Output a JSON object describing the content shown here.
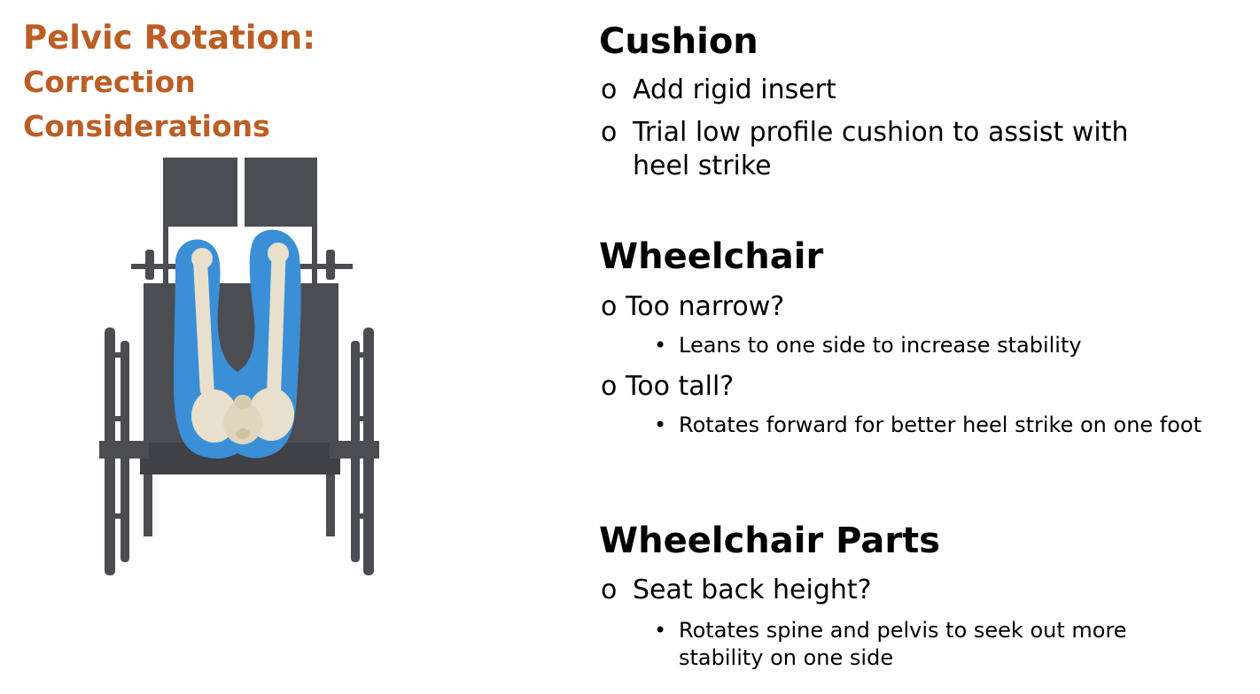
{
  "slide": {
    "title": "Pelvic Rotation:",
    "subtitle_line1": "Correction",
    "subtitle_line2": "Considerations",
    "accent_color": "#bb5e26"
  },
  "illustration": {
    "description_icon": "wheelchair-with-pelvis-bones-icon",
    "frame_color": "#4b4d52",
    "highlight_color": "#3a8fd6",
    "bone_color": "#e8e0cc"
  },
  "sections": [
    {
      "heading": "Cushion",
      "items": [
        {
          "marker": "o",
          "text": "Add rigid insert",
          "subitems": []
        },
        {
          "marker": "o",
          "text": "Trial low profile cushion to assist with heel strike",
          "subitems": []
        }
      ]
    },
    {
      "heading": "Wheelchair",
      "items": [
        {
          "marker": "o",
          "text": "Too narrow?",
          "subitems": [
            {
              "marker": "•",
              "text": "Leans to one side to increase stability"
            }
          ]
        },
        {
          "marker": "o",
          "text": "Too tall?",
          "subitems": [
            {
              "marker": "•",
              "text": "Rotates forward for better heel strike on one foot"
            }
          ]
        }
      ]
    },
    {
      "heading": "Wheelchair Parts",
      "items": [
        {
          "marker": "o",
          "text": "Seat back height?",
          "subitems": [
            {
              "marker": "•",
              "text": "Rotates spine and pelvis to seek out more stability on one side"
            }
          ]
        }
      ]
    }
  ]
}
